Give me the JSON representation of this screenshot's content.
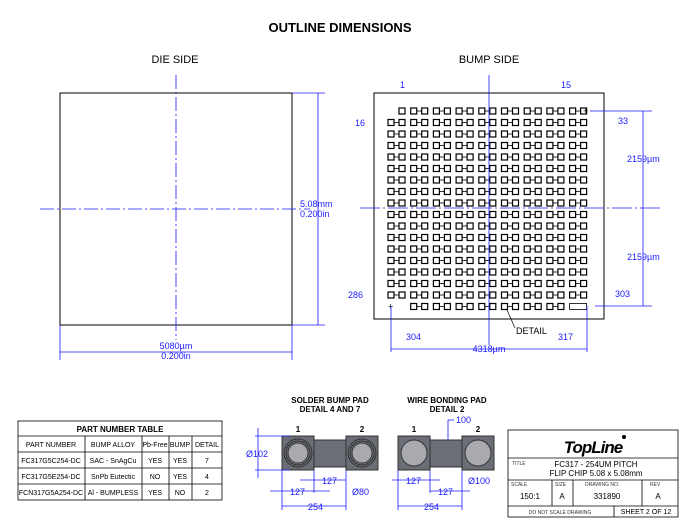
{
  "title": "OUTLINE DIMENSIONS",
  "die_side": {
    "label": "DIE SIDE",
    "dim_h_mm": "5.08mm",
    "dim_h_in": "0.200in",
    "dim_w_um": "5080µm",
    "dim_w_in": "0.200in"
  },
  "bump_side": {
    "label": "BUMP SIDE",
    "pin_1": "1",
    "pin_15": "15",
    "pin_16": "16",
    "pin_33": "33",
    "pin_286": "286",
    "pin_303": "303",
    "pin_304": "304",
    "pin_317": "317",
    "dim_top": "2159µm",
    "dim_bottom": "2159µm",
    "dim_width": "4318µm",
    "detail_label": "DETAIL",
    "pair_columns": 9,
    "rows": 18
  },
  "part_table": {
    "title": "PART NUMBER TABLE",
    "headers": [
      "PART NUMBER",
      "BUMP ALLOY",
      "Pb-Free",
      "BUMP",
      "DETAIL"
    ],
    "rows": [
      [
        "FC317G5C254-DC",
        "SAC - SnAgCu",
        "YES",
        "YES",
        "7"
      ],
      [
        "FC317G5E254-DC",
        "SnPb Eutectic",
        "NO",
        "YES",
        "4"
      ],
      [
        "FCN317G5A254-DC",
        "Al - BUMPLESS",
        "YES",
        "NO",
        "2"
      ]
    ]
  },
  "solder_pad": {
    "title1": "SOLDER BUMP PAD",
    "title2": "DETAIL 4 AND 7",
    "n1": "1",
    "n2": "2",
    "dia": "Ø102",
    "d127a": "127",
    "d127b": "127",
    "dia80": "Ø80",
    "d254": "254"
  },
  "wire_pad": {
    "title1": "WIRE BONDING PAD",
    "title2": "DETAIL 2",
    "n1": "1",
    "n2": "2",
    "d100": "100",
    "d127a": "127",
    "d127b": "127",
    "dia100": "Ø100",
    "d254": "254"
  },
  "title_block": {
    "logo": "TopLine",
    "title_label": "TITLE",
    "title1": "FC317 - 254UM PITCH",
    "title2": "FLIP CHIP 5.08 x 5.08mm",
    "scale_label": "SCALE",
    "scale": "150:1",
    "size_label": "SIZE",
    "size": "A",
    "dwg_label": "DRAWING NO.",
    "dwg": "331890",
    "rev_label": "REV",
    "rev": "A",
    "note": "DO NOT SCALE DRAWING",
    "sheet": "SHEET 2 OF 12"
  }
}
